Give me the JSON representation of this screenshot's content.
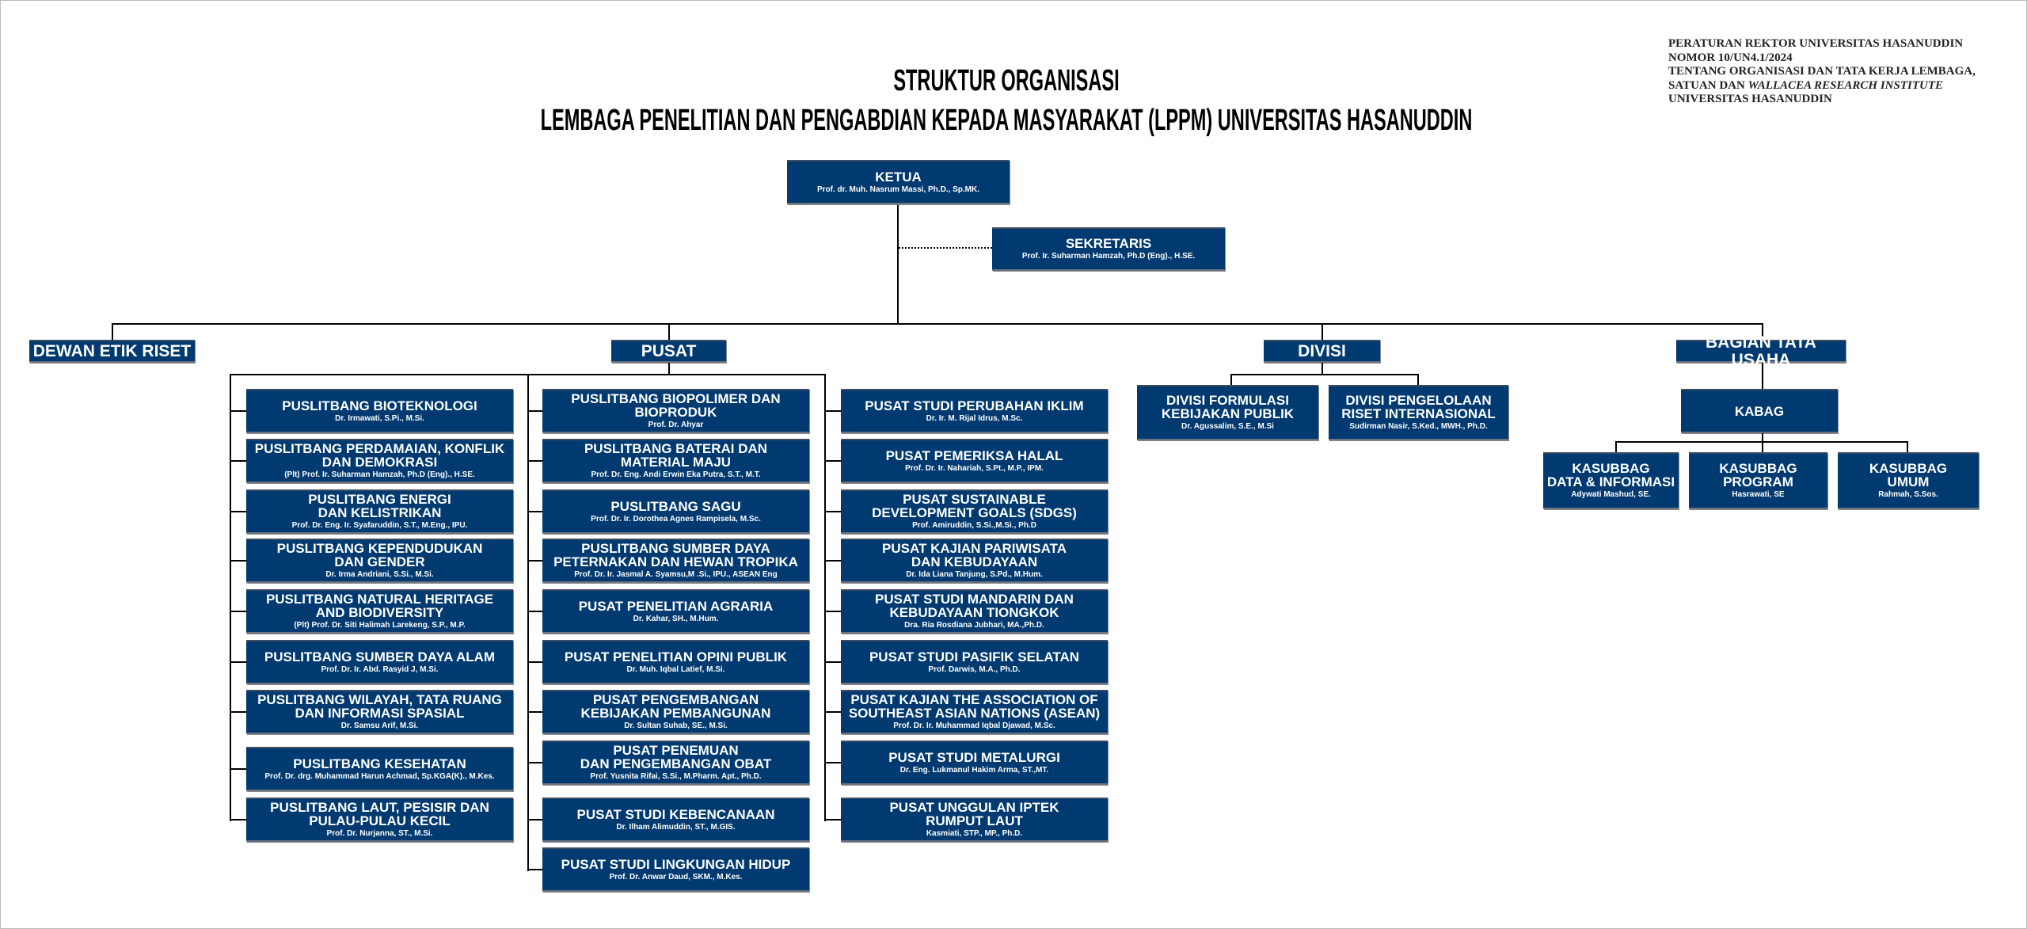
{
  "title": {
    "line1": "STRUKTUR ORGANISASI",
    "line2": "LEMBAGA PENELITIAN DAN PENGABDIAN KEPADA MASYARAKAT (LPPM) UNIVERSITAS HASANUDDIN"
  },
  "regulation": {
    "line1": "PERATURAN REKTOR UNIVERSITAS HASANUDDIN",
    "line2": "NOMOR 10/UN4.1/2024",
    "line3": "TENTANG ORGANISASI DAN TATA KERJA LEMBAGA,",
    "line4_prefix": "SATUAN DAN ",
    "line4_italic": "WALLACEA RESEARCH INSTITUTE",
    "line5": "UNIVERSITAS HASANUDDIN"
  },
  "colors": {
    "box": "#003a70",
    "text": "#ffffff",
    "line": "#000000"
  },
  "ketua": {
    "title": "KETUA",
    "name": "Prof. dr. Muh. Nasrum Massi, Ph.D., Sp.MK."
  },
  "sekretaris": {
    "title": "SEKRETARIS",
    "name": "Prof. Ir. Suharman Hamzah, Ph.D (Eng)., H.SE."
  },
  "headers": {
    "dewan": "DEWAN ETIK RISET",
    "pusat": "PUSAT",
    "divisi": "DIVISI",
    "bagian": "BAGIAN TATA USAHA"
  },
  "pusat_columns": [
    [
      {
        "title": "PUSLITBANG BIOTEKNOLOGI",
        "name": "Dr. Irmawati, S.Pi., M.Si."
      },
      {
        "title": "PUSLITBANG PERDAMAIAN, KONFLIK\nDAN DEMOKRASI",
        "name": "(Plt) Prof. Ir. Suharman Hamzah, Ph.D (Eng)., H.SE."
      },
      {
        "title": "PUSLITBANG ENERGI\nDAN KELISTRIKAN",
        "name": "Prof. Dr. Eng. Ir. Syafaruddin, S.T., M.Eng., IPU."
      },
      {
        "title": "PUSLITBANG KEPENDUDUKAN\nDAN GENDER",
        "name": "Dr. Irma Andriani, S.Si., M.Si."
      },
      {
        "title": "PUSLITBANG NATURAL HERITAGE\nAND BIODIVERSITY",
        "name": "(Plt) Prof. Dr. Siti Halimah Larekeng, S.P., M.P."
      },
      {
        "title": "PUSLITBANG SUMBER DAYA ALAM",
        "name": "Prof. Dr. Ir. Abd. Rasyid J, M.Si."
      },
      {
        "title": "PUSLITBANG WILAYAH, TATA RUANG\nDAN INFORMASI SPASIAL",
        "name": "Dr. Samsu Arif, M.Si."
      },
      {
        "title": "PUSLITBANG KESEHATAN",
        "name": "Prof. Dr. drg. Muhammad Harun Achmad, Sp.KGA(K)., M.Kes."
      },
      {
        "title": "PUSLITBANG LAUT, PESISIR DAN\nPULAU-PULAU KECIL",
        "name": "Prof. Dr. Nurjanna, ST., M.Si."
      }
    ],
    [
      {
        "title": "PUSLITBANG BIOPOLIMER DAN\nBIOPRODUK",
        "name": "Prof. Dr. Ahyar"
      },
      {
        "title": "PUSLITBANG BATERAI DAN\nMATERIAL MAJU",
        "name": "Prof. Dr. Eng. Andi Erwin Eka Putra, S.T., M.T."
      },
      {
        "title": "PUSLITBANG SAGU",
        "name": "Prof. Dr. Ir. Dorothea Agnes Rampisela, M.Sc."
      },
      {
        "title": "PUSLITBANG SUMBER DAYA\nPETERNAKAN DAN HEWAN TROPIKA",
        "name": "Prof. Dr. Ir. Jasmal A. Syamsu,M .Si., IPU., ASEAN Eng"
      },
      {
        "title": "PUSAT PENELITIAN AGRARIA",
        "name": "Dr. Kahar, SH., M.Hum."
      },
      {
        "title": "PUSAT PENELITIAN OPINI PUBLIK",
        "name": "Dr. Muh. Iqbal Latief, M.Si."
      },
      {
        "title": "PUSAT PENGEMBANGAN\nKEBIJAKAN PEMBANGUNAN",
        "name": "Dr. Sultan Suhab, SE., M.Si."
      },
      {
        "title": "PUSAT PENEMUAN\nDAN PENGEMBANGAN OBAT",
        "name": "Prof. Yusnita Rifai, S.Si., M.Pharm. Apt., Ph.D."
      },
      {
        "title": "PUSAT STUDI KEBENCANAAN",
        "name": "Dr. Ilham Alimuddin, ST., M.GIS."
      },
      {
        "title": "PUSAT STUDI LINGKUNGAN HIDUP",
        "name": "Prof. Dr. Anwar Daud, SKM., M.Kes."
      }
    ],
    [
      {
        "title": "PUSAT STUDI PERUBAHAN IKLIM",
        "name": "Dr. Ir. M. Rijal Idrus, M.Sc."
      },
      {
        "title": "PUSAT PEMERIKSA HALAL",
        "name": "Prof. Dr. Ir. Nahariah, S.Pt., M.P., IPM."
      },
      {
        "title": "PUSAT SUSTAINABLE\nDEVELOPMENT GOALS (SDGS)",
        "name": "Prof. Amiruddin, S.Si.,M.Si., Ph.D"
      },
      {
        "title": "PUSAT KAJIAN PARIWISATA\nDAN KEBUDAYAAN",
        "name": "Dr. Ida Liana Tanjung, S.Pd., M.Hum."
      },
      {
        "title": "PUSAT STUDI MANDARIN DAN\nKEBUDAYAAN TIONGKOK",
        "name": "Dra. Ria Rosdiana Jubhari, MA.,Ph.D."
      },
      {
        "title": "PUSAT STUDI PASIFIK SELATAN",
        "name": "Prof. Darwis, M.A., Ph.D."
      },
      {
        "title": "PUSAT KAJIAN THE ASSOCIATION OF\nSOUTHEAST ASIAN NATIONS (ASEAN)",
        "name": "Prof. Dr. Ir. Muhammad Iqbal Djawad, M.Sc."
      },
      {
        "title": "PUSAT STUDI METALURGI",
        "name": "Dr. Eng. Lukmanul Hakim Arma, ST.,MT."
      },
      {
        "title": "PUSAT UNGGULAN IPTEK\nRUMPUT LAUT",
        "name": "Kasmiati, STP., MP., Ph.D."
      }
    ]
  ],
  "divisi": [
    {
      "title": "DIVISI FORMULASI\nKEBIJAKAN PUBLIK",
      "name": "Dr. Agussalim, S.E., M.Si"
    },
    {
      "title": "DIVISI PENGELOLAAN\nRISET INTERNASIONAL",
      "name": "Sudirman Nasir, S.Ked., MWH., Ph.D."
    }
  ],
  "kabag": {
    "title": "KABAG"
  },
  "kasubbag": [
    {
      "title": "KASUBBAG\nDATA & INFORMASI",
      "name": "Adywati Mashud, SE."
    },
    {
      "title": "KASUBBAG\nPROGRAM",
      "name": "Hasrawati, SE"
    },
    {
      "title": "KASUBBAG\nUMUM",
      "name": "Rahmah, S.Sos."
    }
  ]
}
